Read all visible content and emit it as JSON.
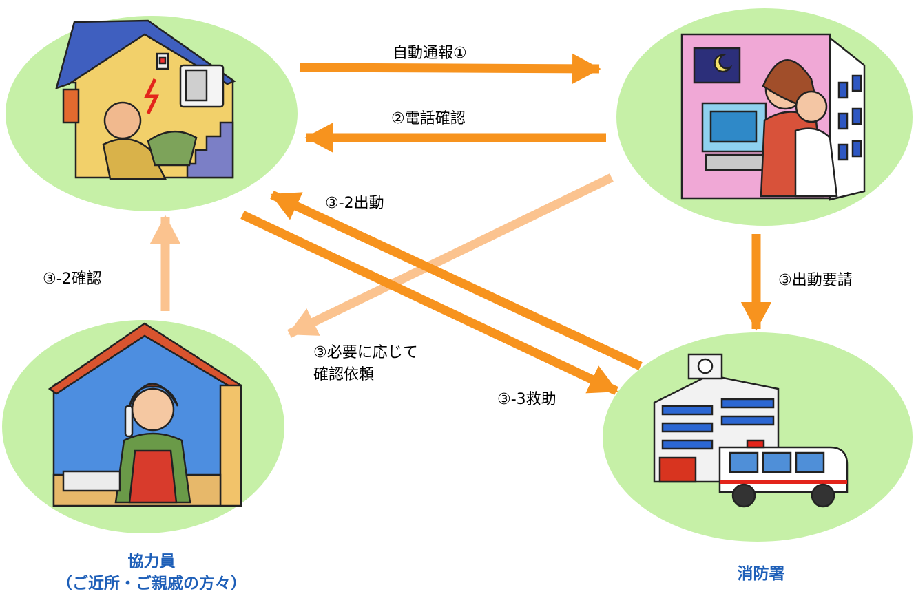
{
  "nodes": {
    "home_label": "",
    "center_label": "",
    "helper_label": "協力員\n（ご近所・ご親戚の方々）",
    "fire_label": "消防署"
  },
  "arrows": {
    "auto_report": "自動通報①",
    "phone_check": "②電話確認",
    "dispatch_2": "③-2出動",
    "confirm_2": "③-2確認",
    "dispatch_request": "③出動要請",
    "confirm_request": "③必要に応じて\n確認依頼",
    "rescue_3": "③-3救助"
  },
  "colors": {
    "arrow": "#f7931e",
    "arrow_light": "#fbc38f",
    "ellipse": "#c6f0a7",
    "label_blue": "#1e5fb8"
  }
}
